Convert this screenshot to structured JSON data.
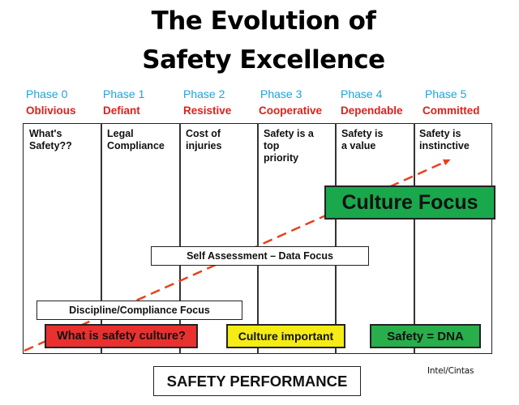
{
  "title": {
    "line1": "The Evolution of",
    "line2": "Safety Excellence"
  },
  "phases": [
    {
      "number": "Phase 0",
      "name": "Oblivious",
      "description_lines": [
        "What's",
        "Safety??"
      ]
    },
    {
      "number": "Phase 1",
      "name": "Defiant",
      "description_lines": [
        "Legal",
        "Compliance"
      ]
    },
    {
      "number": "Phase 2",
      "name": "Resistive",
      "description_lines": [
        "Cost of",
        "injuries"
      ]
    },
    {
      "number": "Phase 3",
      "name": "Cooperative",
      "description_lines": [
        "Safety is a",
        "top",
        "priority"
      ]
    },
    {
      "number": "Phase 4",
      "name": "Dependable",
      "description_lines": [
        "Safety is",
        "a value"
      ]
    },
    {
      "number": "Phase 5",
      "name": "Committed",
      "description_lines": [
        "Safety is",
        "instinctive"
      ]
    }
  ],
  "focus_bars": {
    "culture_focus": "Culture Focus",
    "self_assessment": "Self Assessment – Data Focus",
    "discipline": "Discipline/Compliance Focus"
  },
  "culture_stages": {
    "what_is": "What is safety culture?",
    "important": "Culture important",
    "dna": "Safety = DNA"
  },
  "footer": {
    "axis_label": "SAFETY PERFORMANCE",
    "credit": "Intel/Cintas"
  },
  "colors": {
    "phase_number": "#1fa2dc",
    "phase_name": "#e0201a",
    "culture_focus": "#19a84c",
    "what_is": "#e8312f",
    "important": "#f4ec14",
    "dna": "#28ae4b",
    "trend_arrow": "#e8401c"
  },
  "trend_arrow": {
    "style": "dashed",
    "direction": "up-right",
    "icon": "trend-arrow-icon"
  }
}
